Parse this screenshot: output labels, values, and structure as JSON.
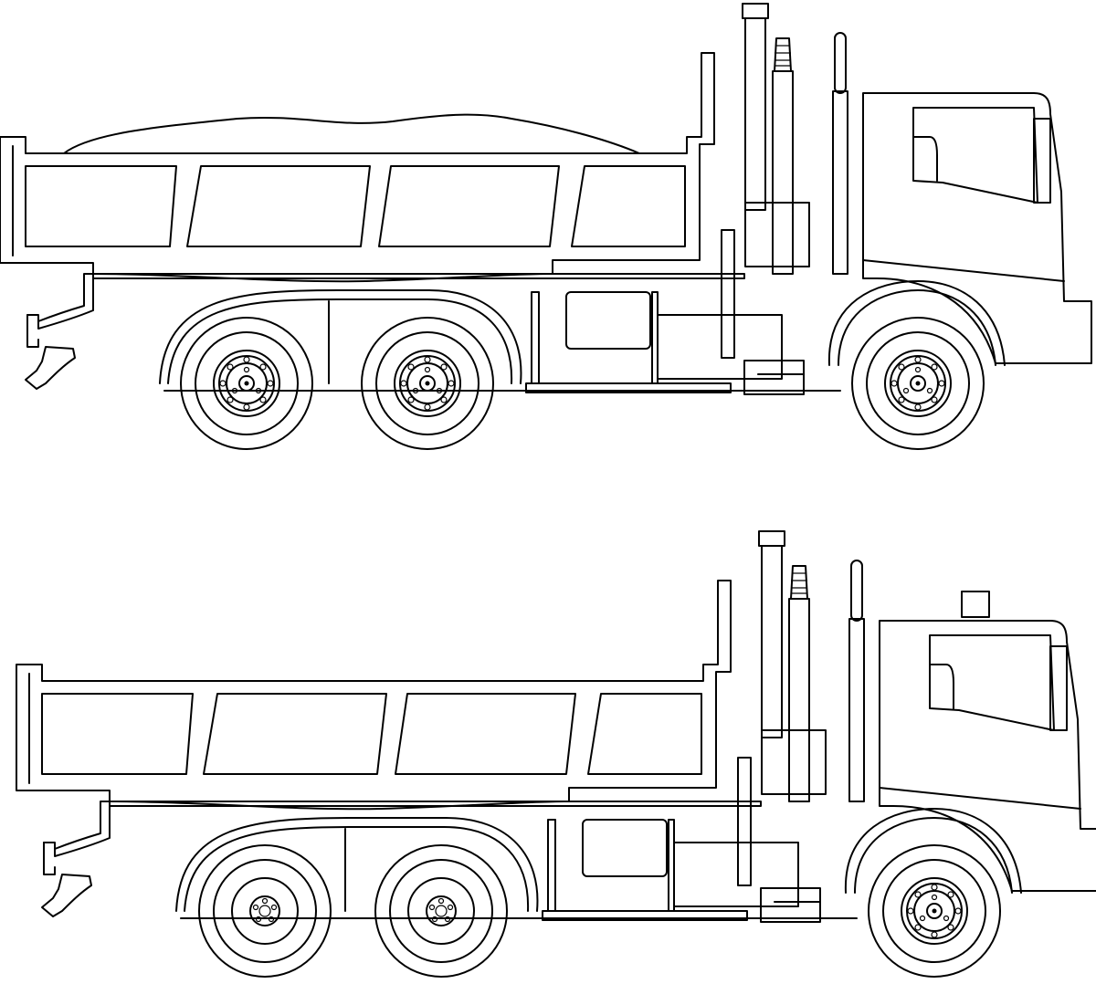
{
  "drawing": {
    "line_color": "#000000",
    "background": "#ffffff",
    "views": [
      {
        "id": "loaded",
        "load_visible": true,
        "wheels": [
          {
            "hub": "bolted-hub"
          },
          {
            "hub": "bolted-hub"
          },
          {
            "hub": "bolted-hub"
          }
        ]
      },
      {
        "id": "empty",
        "load_visible": false,
        "wheels": [
          {
            "hub": "small-hub"
          },
          {
            "hub": "small-hub"
          },
          {
            "hub": "bolted-hub"
          }
        ]
      }
    ]
  }
}
